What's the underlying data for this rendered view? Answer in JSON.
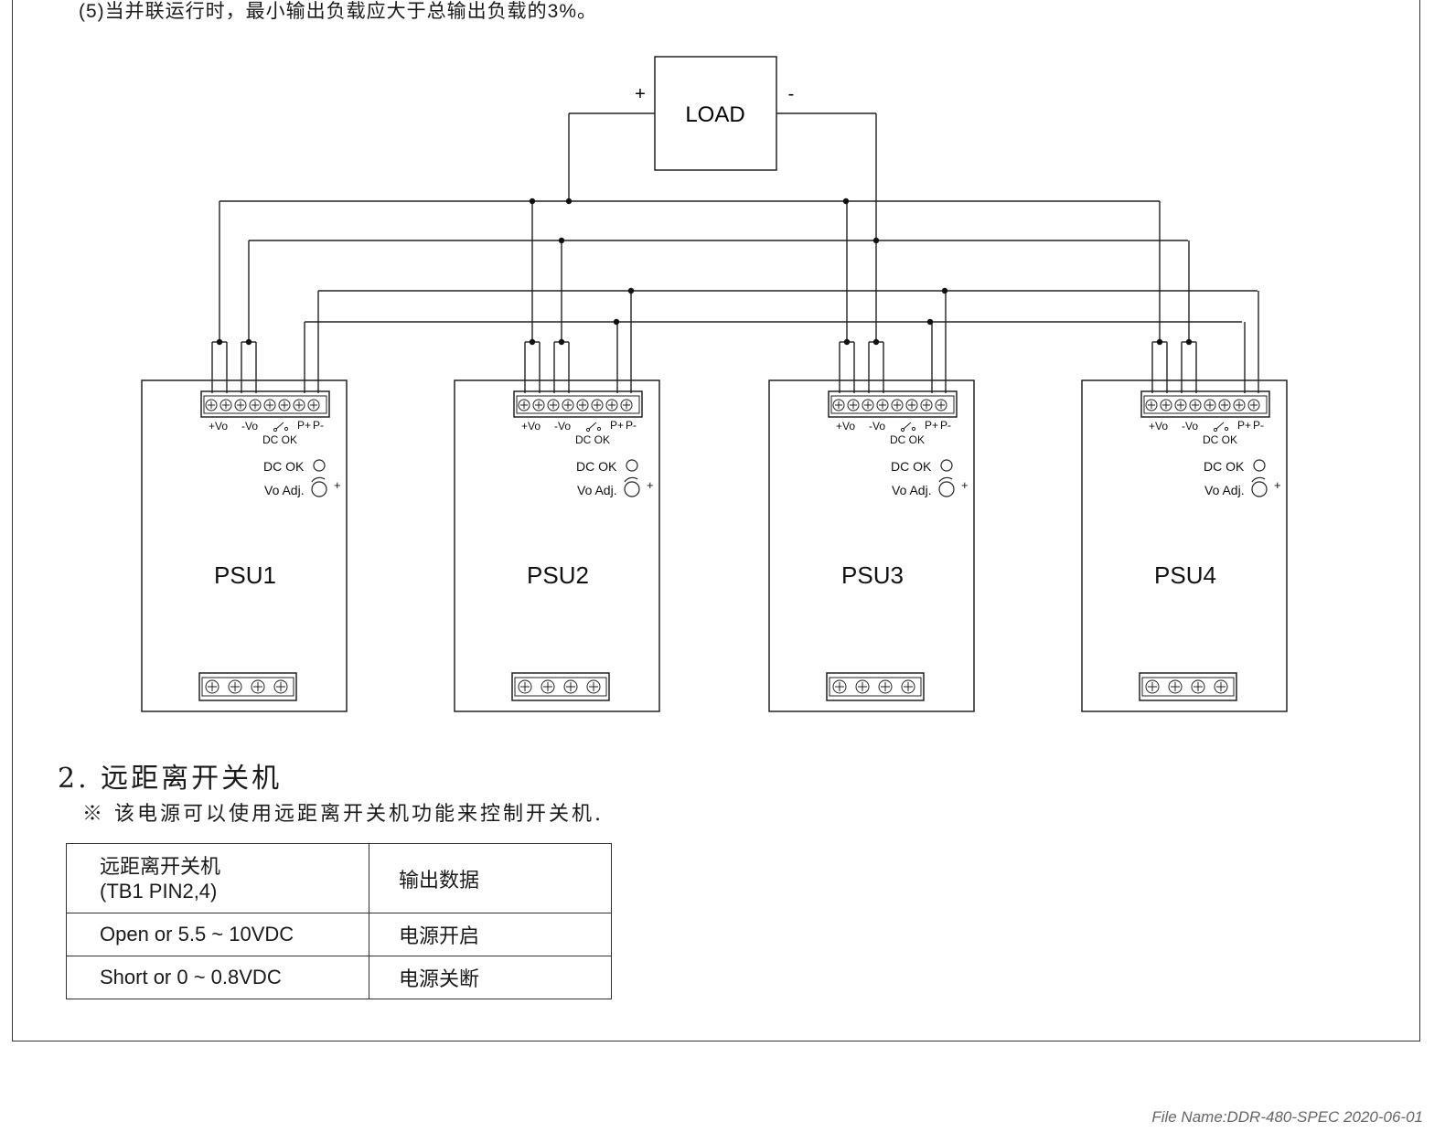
{
  "note_text": "(5)当并联运行时，最小输出负载应大于总输出负载的3%。",
  "diagram": {
    "load_label": "LOAD",
    "load_plus": "+",
    "load_minus": "-",
    "units": [
      {
        "name": "PSU1"
      },
      {
        "name": "PSU2"
      },
      {
        "name": "PSU3"
      },
      {
        "name": "PSU4"
      }
    ],
    "terminal_labels": {
      "vo_plus": "+Vo",
      "vo_minus": "-Vo",
      "p_plus": "P+",
      "p_minus": "P-",
      "dc_ok_terminal": "DC OK"
    },
    "dc_ok_indicator": "DC OK",
    "vo_adj": "Vo Adj.",
    "adj_plus": "+"
  },
  "section": {
    "title": "2. 远距离开关机",
    "note": "※ 该电源可以使用远距离开关机功能来控制开关机."
  },
  "table": {
    "header_col1_line1": "远距离开关机",
    "header_col1_line2": "(TB1 PIN2,4)",
    "header_col2": "输出数据",
    "rows": [
      {
        "input": "Open or 5.5 ~ 10VDC",
        "output": "电源开启"
      },
      {
        "input": "Short or 0 ~ 0.8VDC",
        "output": "电源关断"
      }
    ]
  },
  "footer": "File Name:DDR-480-SPEC   2020-06-01"
}
